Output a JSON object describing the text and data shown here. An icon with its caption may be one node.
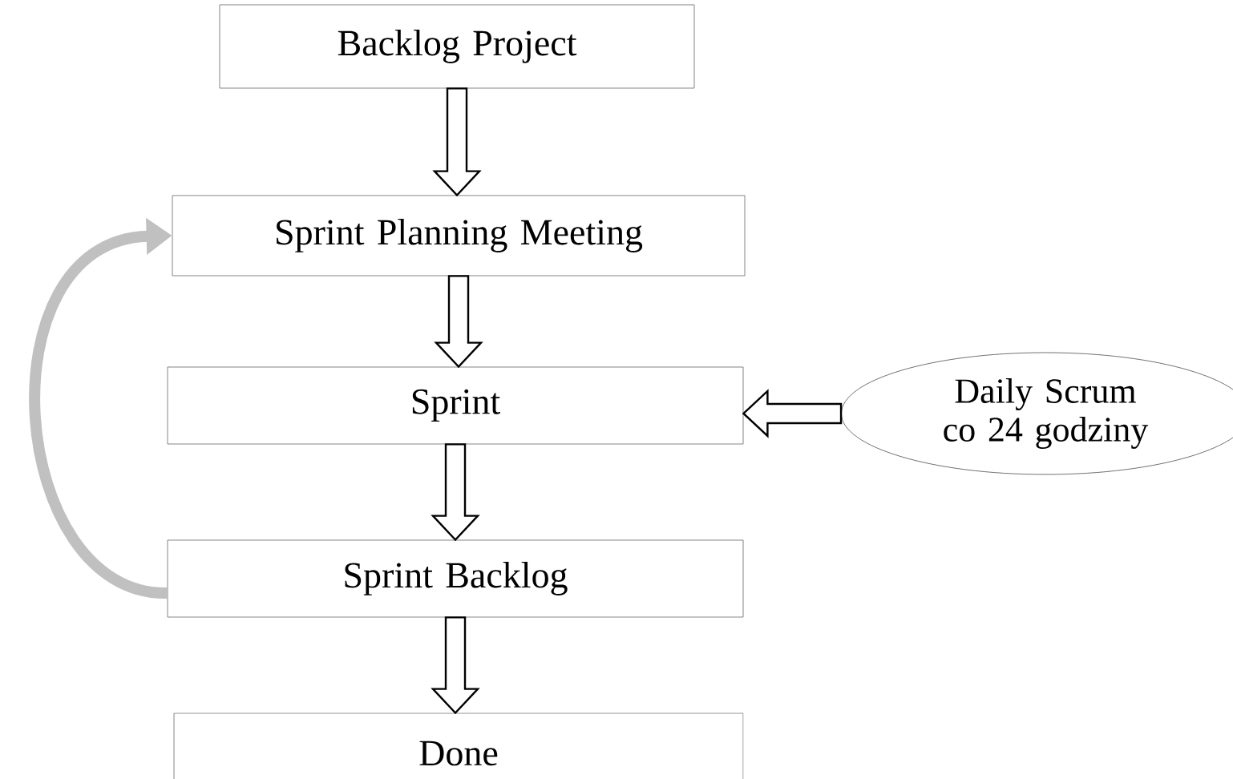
{
  "diagram": {
    "nodes": [
      {
        "text": [
          "Backlog Project"
        ]
      },
      {
        "text": [
          "Sprint Planning Meeting"
        ]
      },
      {
        "text": [
          "Sprint"
        ]
      },
      {
        "text": [
          "Sprint Backlog"
        ]
      },
      {
        "text": [
          "Done"
        ]
      },
      {
        "text": [
          "Daily Scrum co 24 godziny"
        ]
      }
    ],
    "edges": [
      {
        "from": 0,
        "to": 1,
        "arrow": "to"
      },
      {
        "from": 1,
        "to": 2,
        "arrow": "to"
      },
      {
        "from": 5,
        "to": 2,
        "arrow": "to"
      },
      {
        "from": 2,
        "to": 3,
        "arrow": "to"
      },
      {
        "from": 3,
        "to": 4,
        "arrow": "to"
      },
      {
        "from": 3,
        "to": 1,
        "arrow": "to",
        "color": "#c0c0c0"
      }
    ]
  }
}
